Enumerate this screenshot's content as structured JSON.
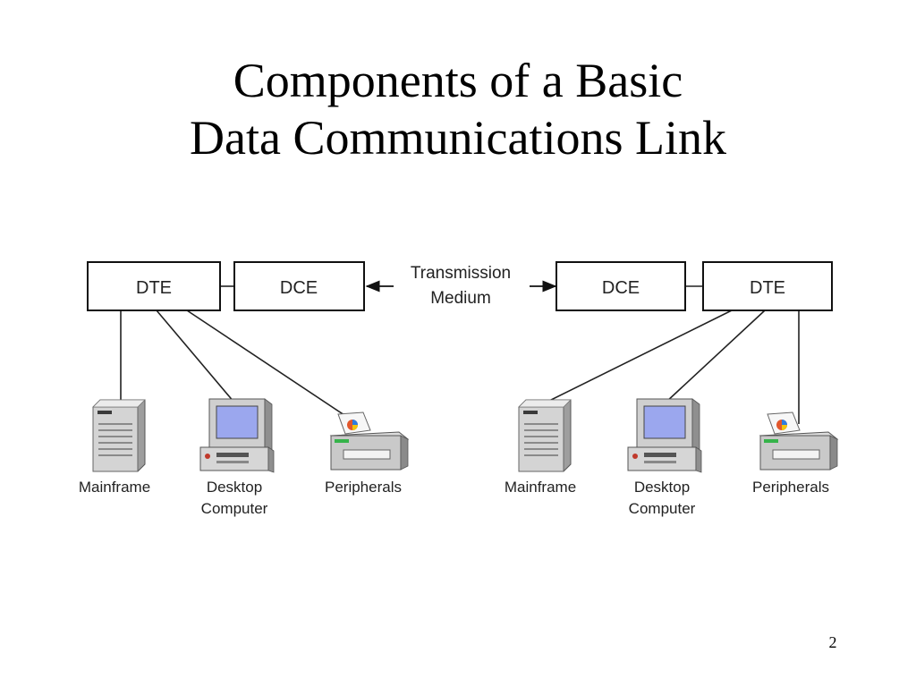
{
  "slide": {
    "title_line1": "Components of a Basic",
    "title_line2": "Data Communications Link",
    "page_number": "2"
  },
  "diagram": {
    "left": {
      "dte": "DTE",
      "dce": "DCE",
      "devices": {
        "mainframe": "Mainframe",
        "desktop_line1": "Desktop",
        "desktop_line2": "Computer",
        "peripherals": "Peripherals"
      }
    },
    "medium_line1": "Transmission",
    "medium_line2": "Medium",
    "right": {
      "dce": "DCE",
      "dte": "DTE",
      "devices": {
        "mainframe": "Mainframe",
        "desktop_line1": "Desktop",
        "desktop_line2": "Computer",
        "peripherals": "Peripherals"
      }
    }
  }
}
